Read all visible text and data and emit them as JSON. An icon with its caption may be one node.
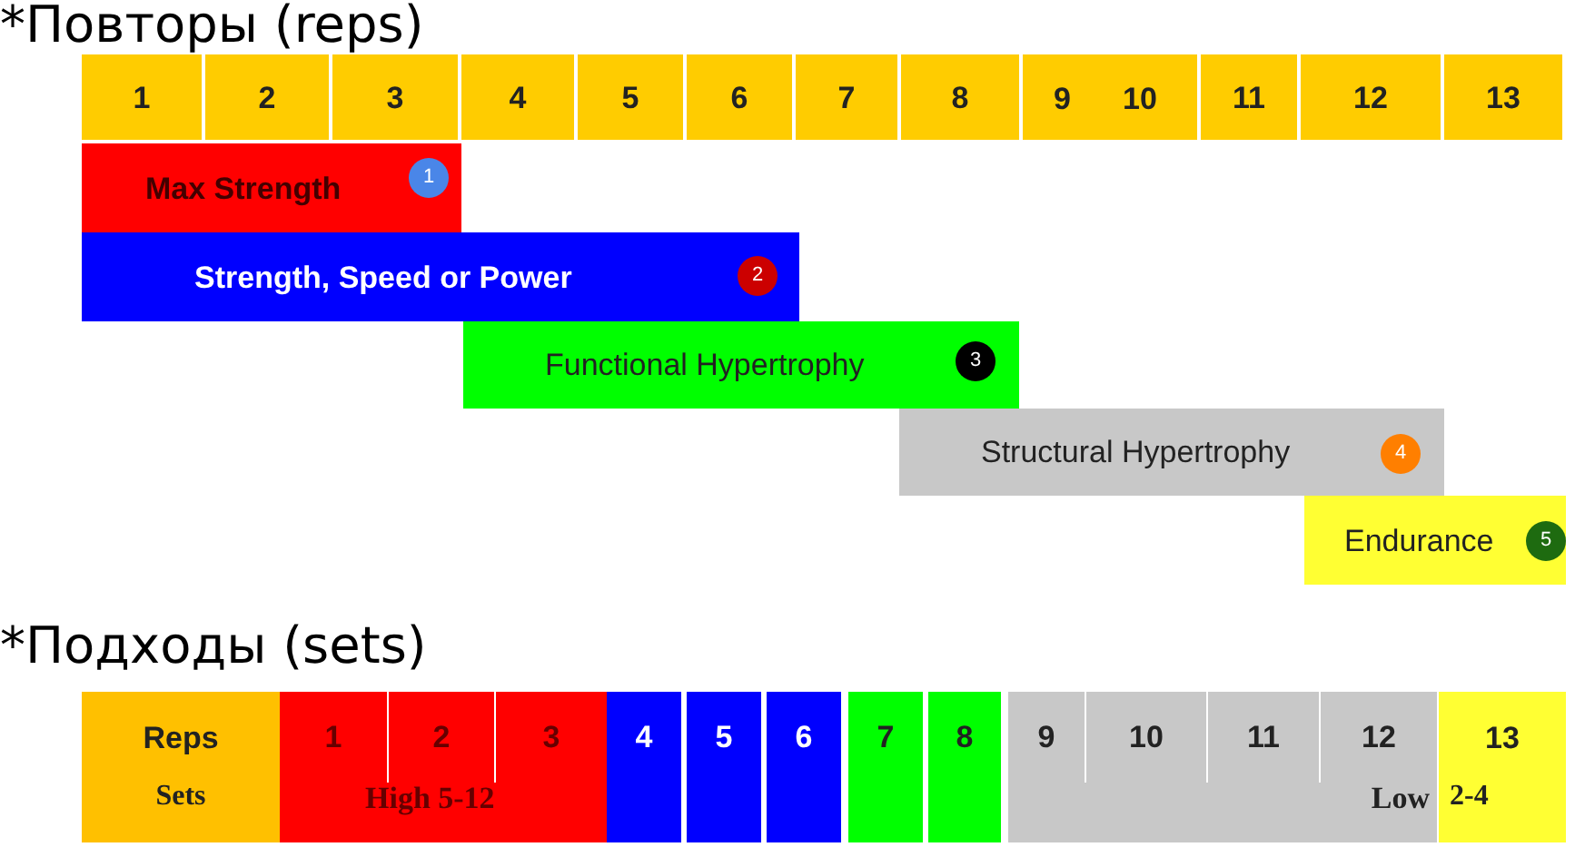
{
  "diagram": {
    "nodes": [
      {
        "text": [
          "1"
        ]
      },
      {
        "text": [
          "2"
        ]
      },
      {
        "text": [
          "3"
        ]
      },
      {
        "text": [
          "4"
        ]
      },
      {
        "text": [
          "5"
        ]
      },
      {
        "text": [
          "6"
        ]
      },
      {
        "text": [
          "7"
        ]
      },
      {
        "text": [
          "8"
        ]
      },
      {
        "text": [
          "9",
          "10"
        ]
      },
      {
        "text": [
          "11"
        ]
      },
      {
        "text": [
          "12"
        ]
      },
      {
        "text": [
          "13"
        ]
      },
      {
        "text": [
          "Max Strength"
        ]
      },
      {
        "text": [
          "1"
        ],
        "in": 12
      },
      {
        "text": [
          "Strength, Speed or Power"
        ]
      },
      {
        "text": [
          "2"
        ],
        "in": 14
      },
      {
        "text": [
          "Functional Hypertrophy"
        ]
      },
      {
        "text": [
          "3"
        ],
        "in": 16
      },
      {
        "text": [
          "Structural Hypertrophy"
        ]
      },
      {
        "text": [
          "4"
        ],
        "in": 18
      },
      {
        "text": [
          "Endurance"
        ]
      },
      {
        "text": [
          "5"
        ],
        "in": 20
      },
      {
        "text": [
          "Reps",
          "Sets"
        ]
      },
      {
        "text": [
          "High 5-12"
        ]
      },
      {
        "text": [
          "1"
        ],
        "in": 23
      },
      {
        "text": [
          "2"
        ],
        "in": 23
      },
      {
        "text": [
          "3"
        ],
        "in": 23
      },
      {
        "text": [
          "4"
        ]
      },
      {
        "text": [
          "5"
        ]
      },
      {
        "text": [
          "6"
        ]
      },
      {
        "text": [
          "7"
        ]
      },
      {
        "text": [
          "8"
        ]
      },
      {
        "text": [
          "Low"
        ]
      },
      {
        "text": [
          "9"
        ],
        "in": 32
      },
      {
        "text": [
          "10"
        ],
        "in": 32
      },
      {
        "text": [
          "11"
        ],
        "in": 32
      },
      {
        "text": [
          "12"
        ],
        "in": 32
      },
      {
        "text": [
          "13",
          "2-4"
        ]
      }
    ],
    "labels": [
      "*Повторы (reps)",
      "*Подходы (sets)"
    ]
  }
}
